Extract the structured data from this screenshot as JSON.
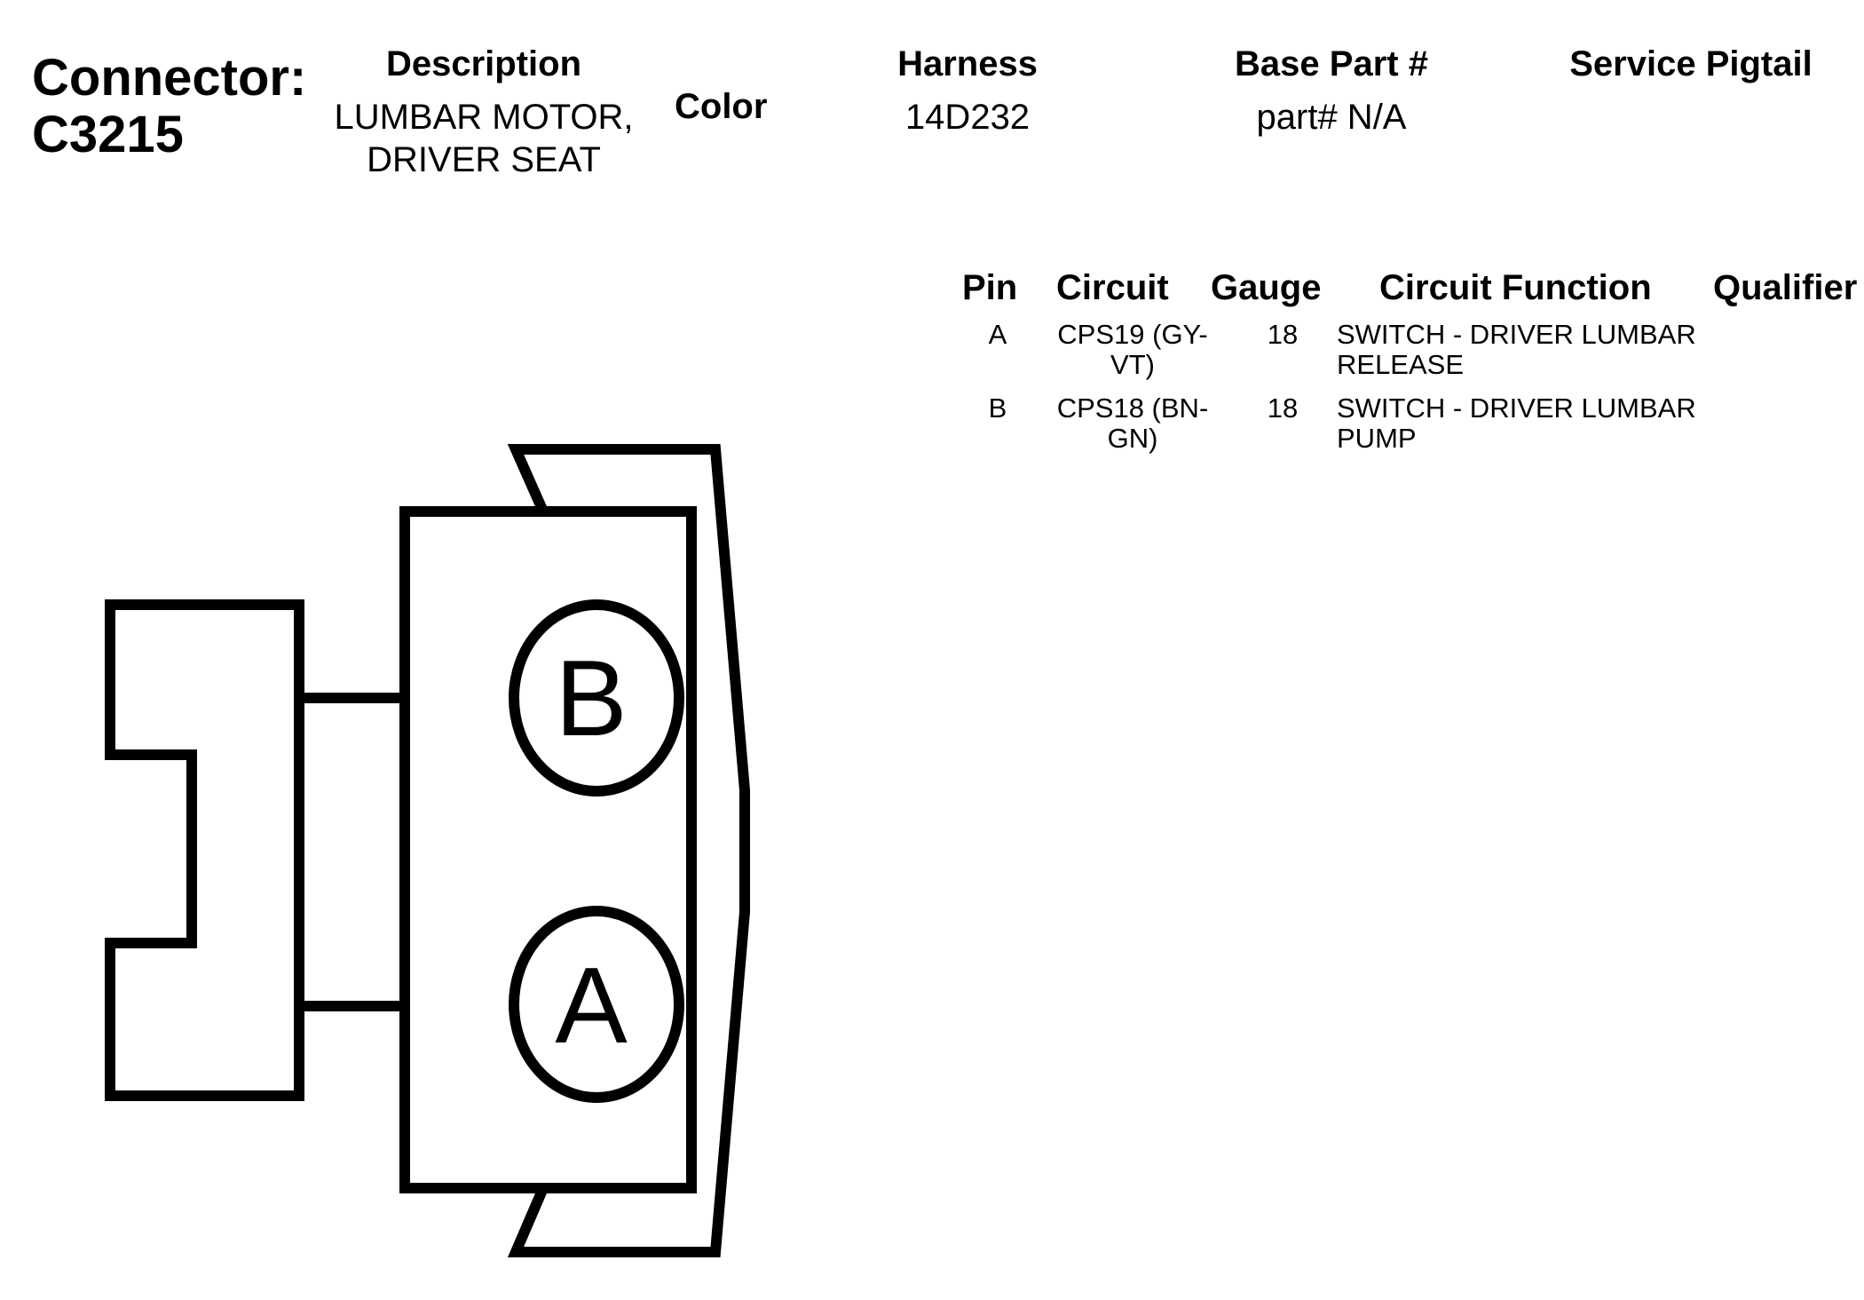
{
  "connector": {
    "label_line1": "Connector:",
    "label_line2": "C3215"
  },
  "header": {
    "description_label": "Description",
    "description_value": "LUMBAR MOTOR, DRIVER SEAT",
    "color_label": "Color",
    "harness_label": "Harness",
    "harness_value": "14D232",
    "base_part_label": "Base Part #",
    "base_part_value": "part# N/A",
    "service_pigtail_label": "Service Pigtail"
  },
  "pin_table": {
    "columns": [
      "Pin",
      "Circuit",
      "Gauge",
      "Circuit Function",
      "Qualifier"
    ],
    "rows": [
      {
        "pin": "A",
        "circuit": "CPS19 (GY-VT)",
        "circuit_line1": "CPS19 (GY-",
        "circuit_line2": "VT)",
        "gauge": "18",
        "function_line1": "SWITCH - DRIVER LUMBAR",
        "function_line2": "RELEASE",
        "qualifier": ""
      },
      {
        "pin": "B",
        "circuit": "CPS18 (BN-GN)",
        "circuit_line1": "CPS18 (BN-",
        "circuit_line2": "GN)",
        "gauge": "18",
        "function_line1": "SWITCH - DRIVER LUMBAR",
        "function_line2": "PUMP",
        "qualifier": ""
      }
    ]
  },
  "diagram": {
    "pin_labels": [
      "B",
      "A"
    ],
    "stroke_color": "#000000"
  }
}
